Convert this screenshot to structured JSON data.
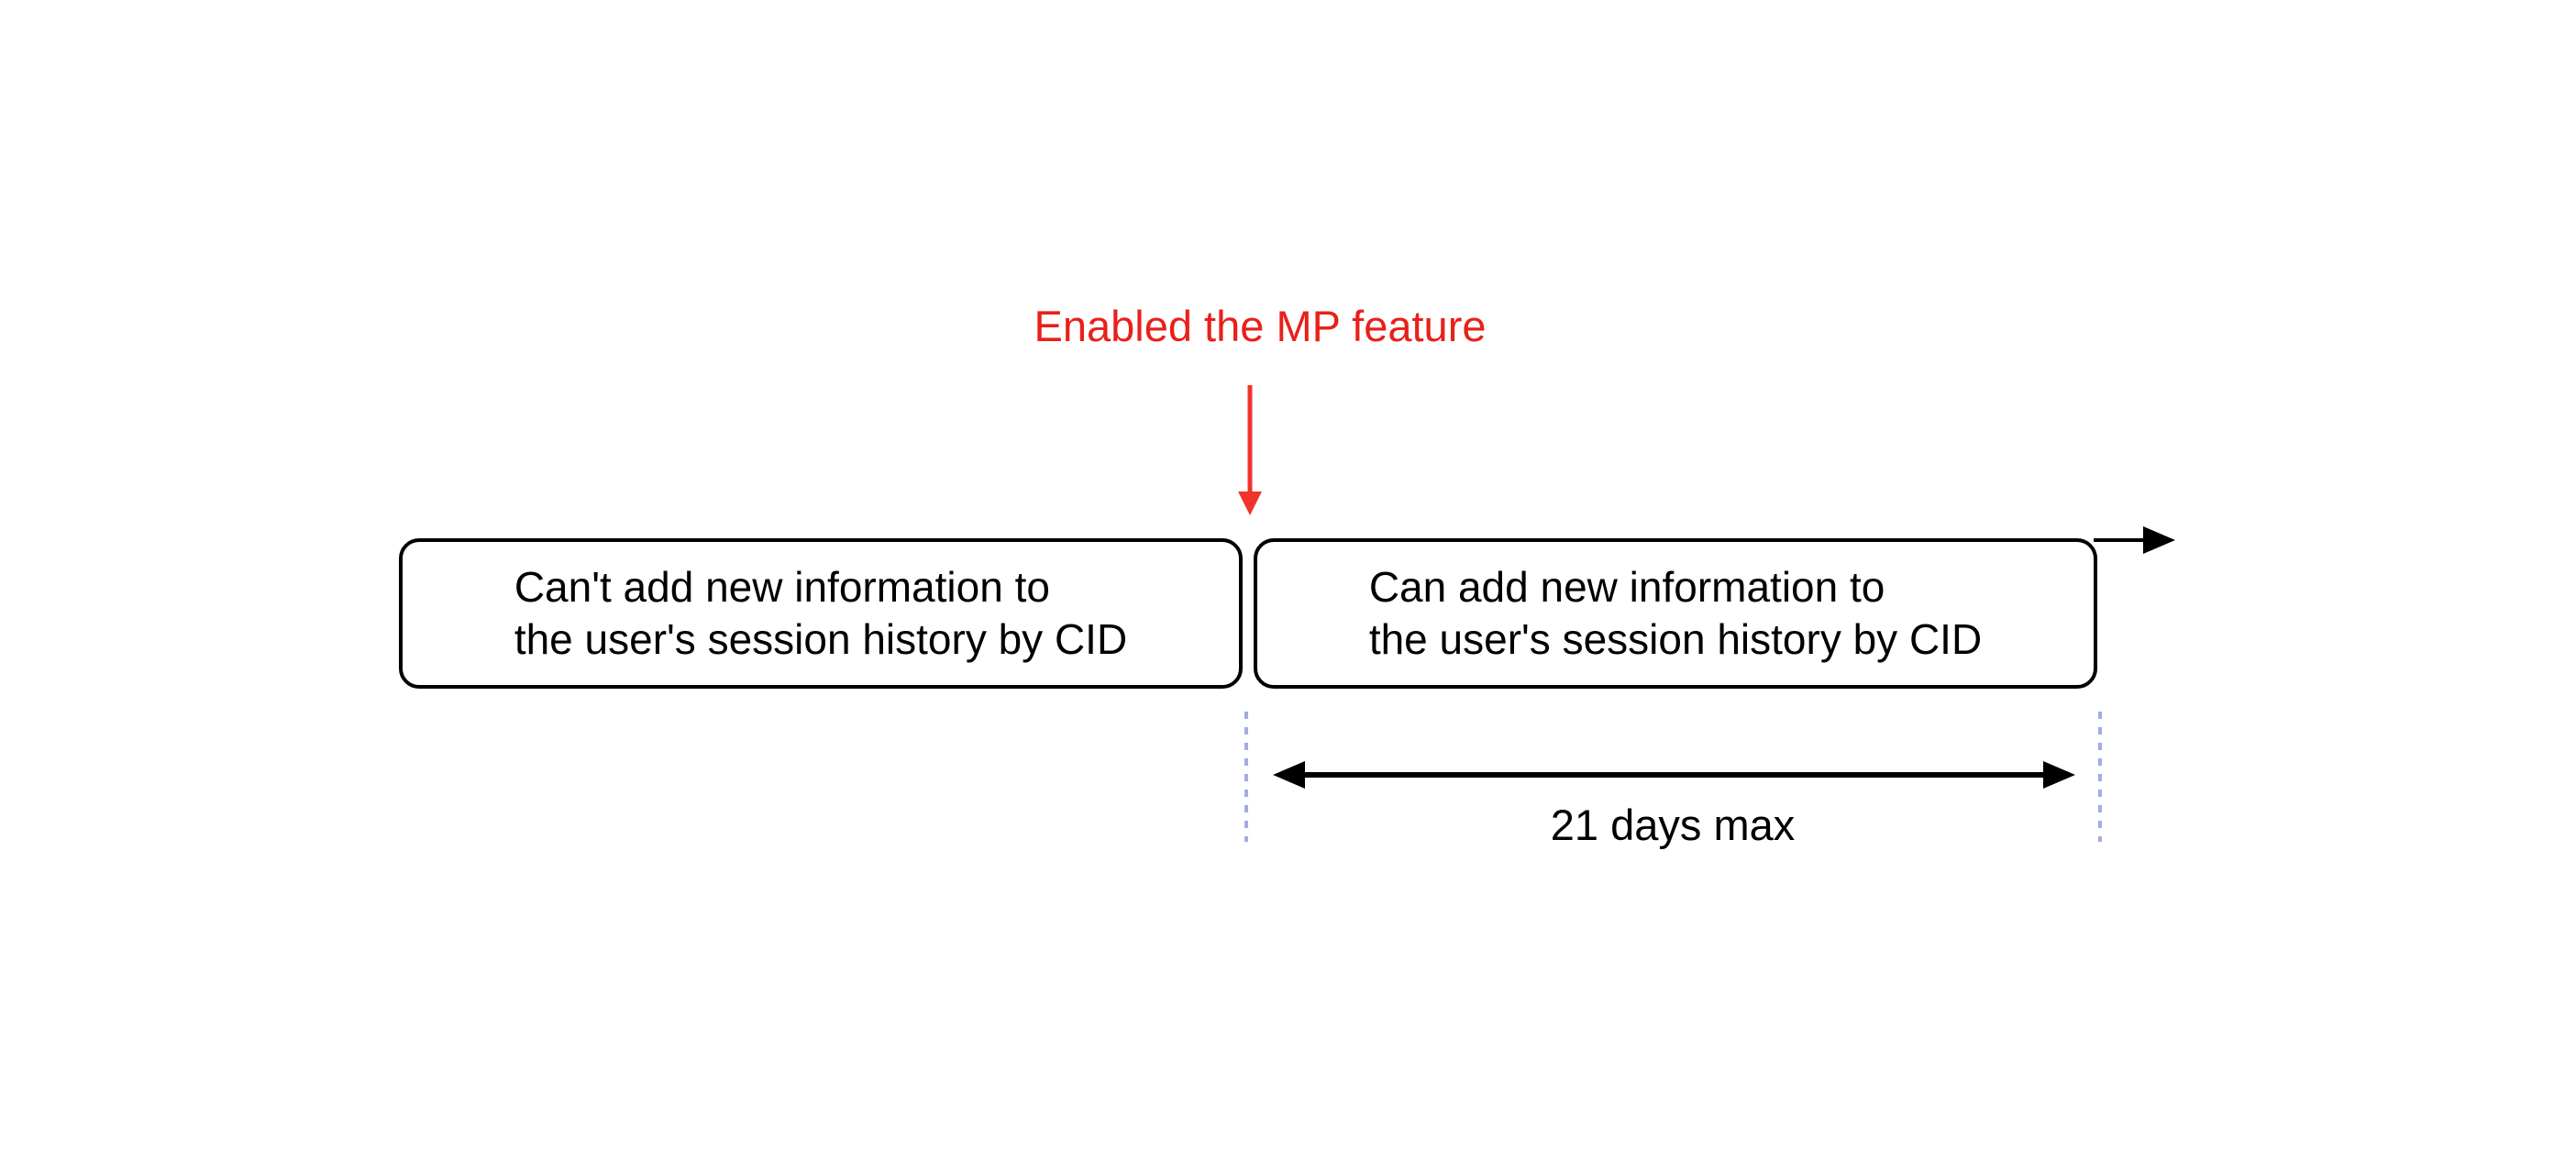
{
  "annotation": {
    "label": "Enabled the MP feature"
  },
  "timeline": {
    "boxes": [
      {
        "id": "before-mp-enabled",
        "lines": [
          "Can't add new information to",
          "the user's session history by CID"
        ]
      },
      {
        "id": "after-mp-enabled",
        "lines": [
          "Can add new information to",
          "the user's session history by CID"
        ]
      }
    ]
  },
  "duration": {
    "label": "21 days max"
  },
  "colors": {
    "background": "#ffffff",
    "black": "#000000",
    "annotation_red": "#e8201a",
    "arrow_red": "#f0342b",
    "dashed_boundary": "#a3abe8"
  }
}
